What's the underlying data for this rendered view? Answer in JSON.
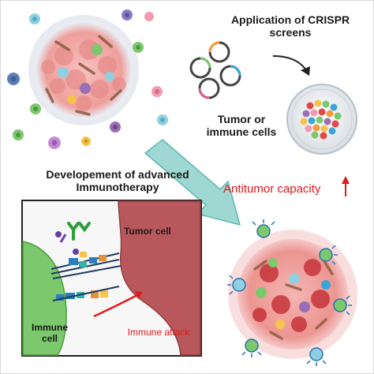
{
  "labels": {
    "crispr_title": "Application of CRISPR screens",
    "tumor_immune": "Tumor or immune cells",
    "immunotherapy_title": "Developement of advanced Immunotherapy",
    "antitumor": "Antitumor capacity",
    "tumor_cell": "Tumor cell",
    "immune_cell": "Immune cell",
    "immune_attack": "Immune attack"
  },
  "colors": {
    "tumor_pink": "#f2a7a7",
    "immune_green": "#7cc86d",
    "tumor_cell_red": "#b8585c",
    "accent_red": "#e0191b",
    "big_arrow": "#9fd8d3"
  }
}
